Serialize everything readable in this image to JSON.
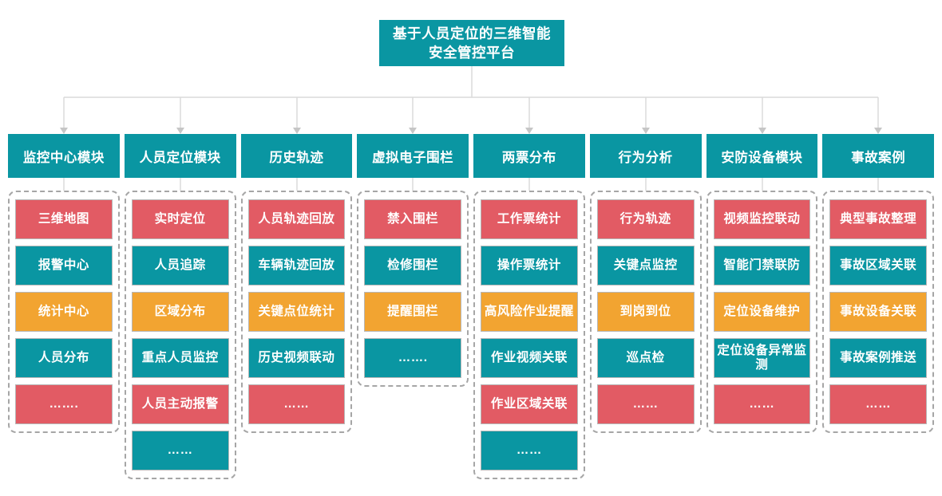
{
  "root": {
    "title": "基于人员定位的三维智能安全管控平台"
  },
  "colors": {
    "teal": "#0A96A2",
    "red": "#E25B64",
    "orange": "#F2A431",
    "connector": "#DADADA",
    "arrow": "#C6C6C6",
    "container_border": "#A6A6A6",
    "item_border": "#B7B7B7",
    "text": "#FFFFFF"
  },
  "columns": [
    {
      "header": "监控中心模块",
      "items": [
        {
          "label": "三维地图",
          "color": "red"
        },
        {
          "label": "报警中心",
          "color": "teal"
        },
        {
          "label": "统计中心",
          "color": "orange"
        },
        {
          "label": "人员分布",
          "color": "teal"
        },
        {
          "label": "…….",
          "color": "red"
        }
      ]
    },
    {
      "header": "人员定位模块",
      "items": [
        {
          "label": "实时定位",
          "color": "red"
        },
        {
          "label": "人员追踪",
          "color": "teal"
        },
        {
          "label": "区域分布",
          "color": "orange"
        },
        {
          "label": "重点人员监控",
          "color": "teal"
        },
        {
          "label": "人员主动报警",
          "color": "red"
        },
        {
          "label": "……",
          "color": "teal"
        }
      ]
    },
    {
      "header": "历史轨迹",
      "items": [
        {
          "label": "人员轨迹回放",
          "color": "red"
        },
        {
          "label": "车辆轨迹回放",
          "color": "teal"
        },
        {
          "label": "关键点位统计",
          "color": "orange"
        },
        {
          "label": "历史视频联动",
          "color": "teal"
        },
        {
          "label": "……",
          "color": "red"
        }
      ]
    },
    {
      "header": "虚拟电子围栏",
      "items": [
        {
          "label": "禁入围栏",
          "color": "red"
        },
        {
          "label": "检修围栏",
          "color": "teal"
        },
        {
          "label": "提醒围栏",
          "color": "orange"
        },
        {
          "label": "…….",
          "color": "teal"
        }
      ]
    },
    {
      "header": "两票分布",
      "items": [
        {
          "label": "工作票统计",
          "color": "red"
        },
        {
          "label": "操作票统计",
          "color": "teal"
        },
        {
          "label": "高风险作业提醒",
          "color": "orange"
        },
        {
          "label": "作业视频关联",
          "color": "teal"
        },
        {
          "label": "作业区域关联",
          "color": "red"
        },
        {
          "label": "……",
          "color": "teal"
        }
      ]
    },
    {
      "header": "行为分析",
      "items": [
        {
          "label": "行为轨迹",
          "color": "red"
        },
        {
          "label": "关键点监控",
          "color": "teal"
        },
        {
          "label": "到岗到位",
          "color": "orange"
        },
        {
          "label": "巡点检",
          "color": "teal"
        },
        {
          "label": "……",
          "color": "red"
        }
      ]
    },
    {
      "header": "安防设备模块",
      "items": [
        {
          "label": "视频监控联动",
          "color": "red"
        },
        {
          "label": "智能门禁联防",
          "color": "teal"
        },
        {
          "label": "定位设备维护",
          "color": "orange"
        },
        {
          "label": "定位设备异常监测",
          "color": "teal"
        },
        {
          "label": "……",
          "color": "red"
        }
      ]
    },
    {
      "header": "事故案例",
      "items": [
        {
          "label": "典型事故整理",
          "color": "red"
        },
        {
          "label": "事故区域关联",
          "color": "teal"
        },
        {
          "label": "事故设备关联",
          "color": "orange"
        },
        {
          "label": "事故案例推送",
          "color": "teal"
        },
        {
          "label": "……",
          "color": "red"
        }
      ]
    }
  ]
}
